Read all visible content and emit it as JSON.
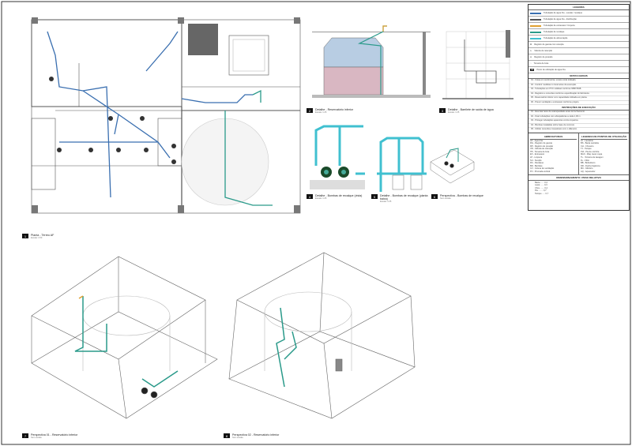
{
  "sheet": {
    "views": [
      {
        "num": "1",
        "title": "Planta - Térreo AF",
        "scale": "Escala: 1:50"
      },
      {
        "num": "2",
        "title": "Detalhe - Reservatório inferior",
        "scale": "Escala: 1:25"
      },
      {
        "num": "3",
        "title": "Detalhe - Barrilete de saída de água",
        "scale": "Escala: 1:25"
      },
      {
        "num": "4",
        "title": "Detalhe - Bombas de recalque (vista)",
        "scale": "Escala: 1:25"
      },
      {
        "num": "5",
        "title": "Detalhe - Bombas de recalque (planta baixa)",
        "scale": "Escala: 1:25"
      },
      {
        "num": "6",
        "title": "Perspectiva - Bombas de recalque",
        "scale": "Sem escala"
      },
      {
        "num": "7",
        "title": "Perspectiva 01 - Reservatório inferior",
        "scale": "Sem escala"
      },
      {
        "num": "8",
        "title": "Perspectiva 02 - Reservatório inferior",
        "scale": "Sem escala"
      }
    ]
  },
  "legend": {
    "title": "LEGENDA",
    "pipes": [
      {
        "label": "Tubulação de água fria - sucção / recalque",
        "color": "#3a6fb0"
      },
      {
        "label": "Tubulação de água fria - distribuição",
        "color": "#555555"
      },
      {
        "label": "Tubulação de extravasor / limpeza",
        "color": "#e0a030"
      },
      {
        "label": "Tubulação de recalque",
        "color": "#2a9a8a"
      },
      {
        "label": "Tubulação de alimentação",
        "color": "#40c0d0"
      }
    ],
    "symbols": [
      "Registro de gaveta com canopla",
      "Válvula de retenção",
      "Registro de pressão",
      "Torneira de boia",
      "Ponto de utilização de água fria"
    ],
    "notes_title": "NOTAS GERAIS",
    "notes": [
      "01 - Cotas em centímetros, exceto onde indicado.",
      "02 - Conferir medidas no local antes da execução.",
      "03 - Tubulações em PVC soldável conforme NBR 5648.",
      "04 - Registros e conexões conforme especificação do fabricante.",
      "05 - Reservatório inferior com capacidade indicada em planta.",
      "06 - Prever ventilação e extravasor conforme projeto."
    ],
    "notes2_title": "INSTRUÇÕES DE EXECUÇÃO",
    "notes2": [
      "01 - Executar teste de estanqueidade antes do fechamento.",
      "02 - Fixar tubulações com abraçadeiras a cada 1,00 m.",
      "03 - Proteger tubulações aparentes contra impactos.",
      "04 - Bombas instaladas sobre base de concreto.",
      "05 - Utilizar conexões compatíveis com o diâmetro."
    ],
    "abbr_title": "ABREVIATURAS",
    "points_title": "LEGENDA DE PONTOS DE UTILIZAÇÃO",
    "abbr": [
      "AF - Água fria",
      "RG - Registro de gaveta",
      "RP - Registro de pressão",
      "VR - Válvula de retenção",
      "TB - Torneira de boia",
      "EX - Extravasor",
      "LP - Limpeza",
      "SU - Sucção",
      "RC - Recalque",
      "BR - Barrilete",
      "CV - Coluna de ventilação",
      "PV - Prumada vertical"
    ],
    "points": [
      "LV - Lavatório",
      "BS - Bacia sanitária",
      "CH - Chuveiro",
      "TJ - Tanque",
      "PIA - Pia de cozinha",
      "MLR - Máq. lavar roupa",
      "TL - Torneira de lavagem",
      "FL - Filtro",
      "BB - Bebedouro",
      "DR - Ducha higiênica",
      "MC - Mictório",
      "AQ - Aquecedor"
    ],
    "dim_title": "DIMENSIONAMENTO / PESO RELATIVO",
    "dims": [
      "Bacia ...... 0,3",
      "Lavat. ..... 0,3",
      "Chuv. ...... 0,4",
      "Pia ........ 0,7",
      "Tanque ..... 0,7"
    ]
  }
}
